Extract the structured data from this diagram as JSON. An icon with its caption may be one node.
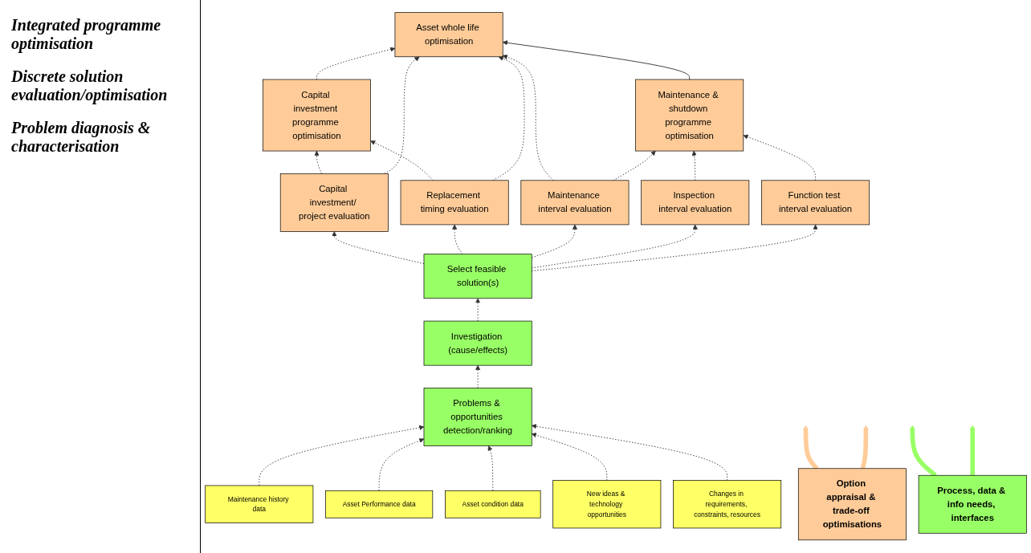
{
  "diagram": {
    "nodes": [
      {
        "text": [
          "Capital investment programme optimisation"
        ]
      },
      {
        "text": [
          "Asset whole life optimisation"
        ]
      },
      {
        "text": [
          "Maintenance & shutdown programme optimisation"
        ]
      },
      {
        "text": [
          "Option appraisal & trade-off optimisations"
        ]
      },
      {
        "text": [
          "Capital investment/ project evaluation"
        ]
      },
      {
        "text": [
          "Replacement timing evaluation"
        ]
      },
      {
        "text": [
          "Maintenance interval evaluation"
        ]
      },
      {
        "text": [
          "Inspection interval evaluation"
        ]
      },
      {
        "text": [
          "Function test interval evaluation"
        ]
      },
      {
        "text": [
          "Select feasible solution(s)"
        ]
      },
      {
        "text": [
          "Process, data & info needs, interfaces"
        ]
      },
      {
        "text": [
          "Problems & opportunities detection/ranking"
        ]
      },
      {
        "text": [
          "Investigation (cause/effects)"
        ]
      },
      {
        "text": [
          "Maintenance history data"
        ]
      },
      {
        "text": [
          "Asset Performance data"
        ]
      },
      {
        "text": [
          "Asset condition data"
        ]
      },
      {
        "text": [
          "New ideas & technology opportunities"
        ]
      },
      {
        "text": [
          "Changes in requirements, constraints, resources"
        ]
      }
    ],
    "edges": [
      {
        "from": 0,
        "to": 1,
        "arrow": "to",
        "style": "dashed"
      },
      {
        "from": 2,
        "to": 1,
        "arrow": "to"
      },
      {
        "from": 4,
        "to": 0,
        "arrow": "to",
        "style": "dashed"
      },
      {
        "from": 4,
        "to": 1,
        "arrow": "to",
        "style": "dashed"
      },
      {
        "from": 5,
        "to": 0,
        "arrow": "to",
        "style": "dashed"
      },
      {
        "from": 5,
        "to": 1,
        "arrow": "to",
        "style": "dashed"
      },
      {
        "from": 6,
        "to": 1,
        "arrow": "to",
        "style": "dashed"
      },
      {
        "from": 6,
        "to": 2,
        "arrow": "to",
        "style": "dashed"
      },
      {
        "from": 7,
        "to": 2,
        "arrow": "to",
        "style": "dashed"
      },
      {
        "from": 8,
        "to": 2,
        "arrow": "to",
        "style": "dashed"
      },
      {
        "from": 3,
        "to": null,
        "arrow": "to",
        "style": "thick",
        "color": "#ffcc99"
      },
      {
        "from": 3,
        "to": null,
        "arrow": "to",
        "style": "thick",
        "color": "#ffcc99"
      },
      {
        "from": 9,
        "to": 4,
        "arrow": "to",
        "style": "dashed"
      },
      {
        "from": 9,
        "to": 5,
        "arrow": "to",
        "style": "dashed"
      },
      {
        "from": 9,
        "to": 6,
        "arrow": "to",
        "style": "dashed"
      },
      {
        "from": 9,
        "to": 7,
        "arrow": "to",
        "style": "dashed"
      },
      {
        "from": 9,
        "to": 8,
        "arrow": "to",
        "style": "dashed"
      },
      {
        "from": 10,
        "to": null,
        "arrow": "to",
        "style": "thick",
        "color": "#99ff66"
      },
      {
        "from": 10,
        "to": null,
        "arrow": "to",
        "style": "thick",
        "color": "#99ff66"
      },
      {
        "from": 12,
        "to": 9,
        "arrow": "to",
        "style": "dashed"
      },
      {
        "from": 11,
        "to": 12,
        "arrow": "to",
        "style": "dashed"
      },
      {
        "from": 13,
        "to": 11,
        "arrow": "to",
        "style": "dashed"
      },
      {
        "from": 14,
        "to": 11,
        "arrow": "to",
        "style": "dashed"
      },
      {
        "from": 15,
        "to": 11,
        "arrow": "to",
        "style": "dashed"
      },
      {
        "from": 16,
        "to": 11,
        "arrow": "to",
        "style": "dashed"
      },
      {
        "from": 17,
        "to": 11,
        "arrow": "to",
        "style": "dashed"
      }
    ],
    "labels": [
      "Integrated programme optimisation",
      "Discrete solution evaluation/optimisation",
      "Problem diagnosis & characterisation"
    ]
  }
}
